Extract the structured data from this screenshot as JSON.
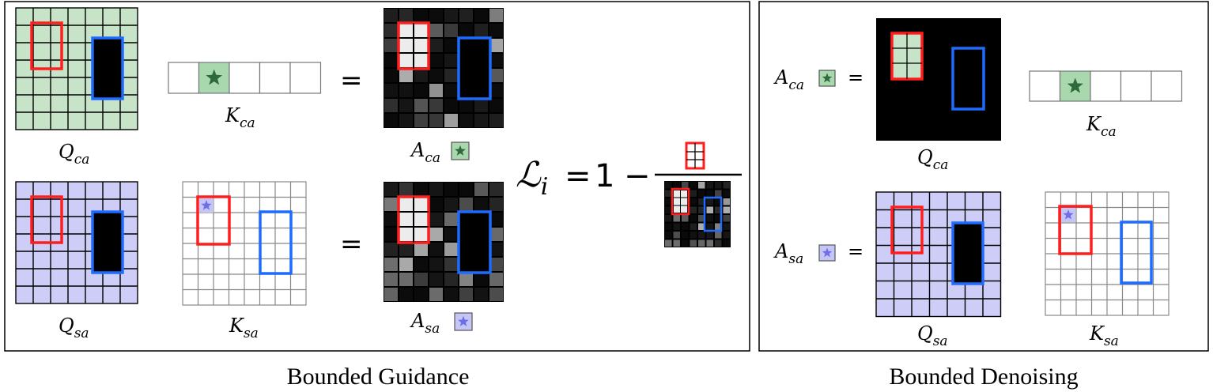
{
  "colors": {
    "query_ca": "#c7e3c8",
    "query_sa": "#cdcdf8",
    "key_token_ca": "#a9d8ae",
    "key_token_sa": "#c6c6f6",
    "star_ca": "#2e6b3a",
    "star_sa": "#6e6ee8",
    "box_red": "#ff1e1e",
    "box_blue": "#1e6bff",
    "panel_border": "#000000"
  },
  "panels": {
    "guidance": {
      "caption": "Bounded Guidance",
      "labels": {
        "q_ca": {
          "base": "Q",
          "sub": "ca"
        },
        "k_ca": {
          "base": "K",
          "sub": "ca"
        },
        "a_ca": {
          "base": "A",
          "sub": "ca"
        },
        "q_sa": {
          "base": "Q",
          "sub": "sa"
        },
        "k_sa": {
          "base": "K",
          "sub": "sa"
        },
        "a_sa": {
          "base": "A",
          "sub": "sa"
        },
        "eq_top": "=",
        "eq_bottom": "="
      },
      "loss": {
        "base": "ℒ",
        "sub": "i",
        "equals": "=",
        "one": "1",
        "minus": "−"
      }
    },
    "denoising": {
      "caption": "Bounded Denoising",
      "labels": {
        "a_ca": {
          "base": "A",
          "sub": "ca"
        },
        "a_ca_eq": "=",
        "k_ca": {
          "base": "K",
          "sub": "ca"
        },
        "q_ca": {
          "base": "Q",
          "sub": "ca"
        },
        "a_sa": {
          "base": "A",
          "sub": "sa"
        },
        "a_sa_eq": "=",
        "q_sa": {
          "base": "Q",
          "sub": "sa"
        },
        "k_sa": {
          "base": "K",
          "sub": "sa"
        }
      }
    }
  },
  "icons": {
    "star_token_ca": "star-icon",
    "star_token_sa": "star-icon"
  }
}
